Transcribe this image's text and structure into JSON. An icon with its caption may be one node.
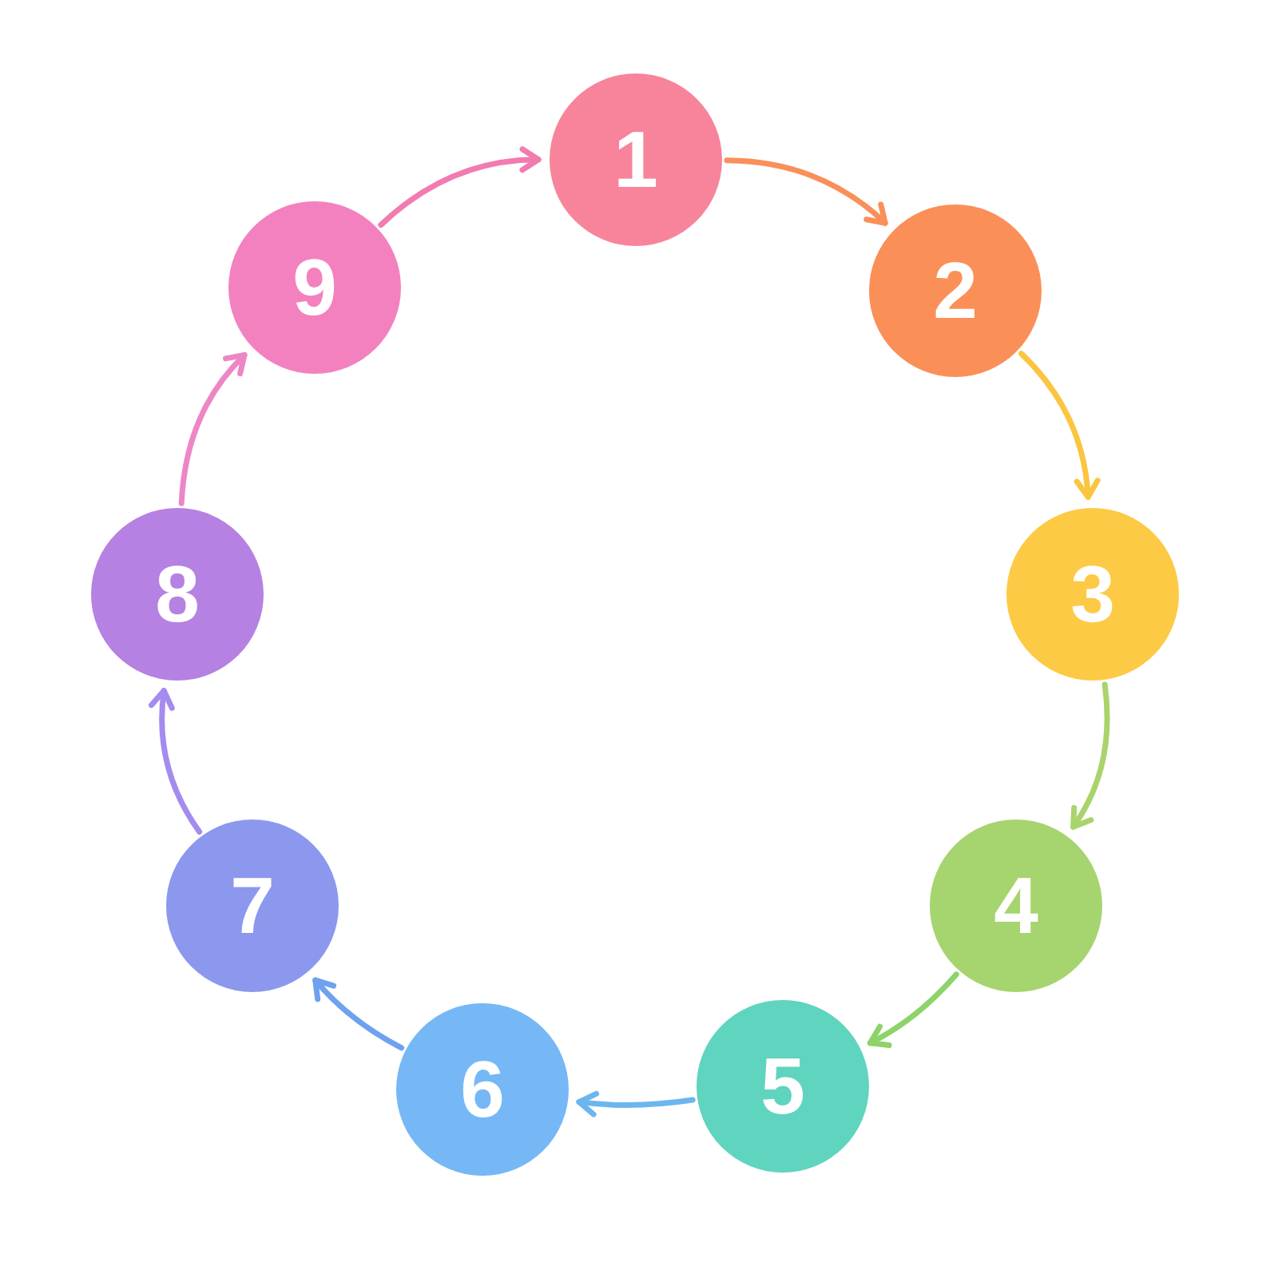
{
  "diagram": {
    "nodes": [
      {
        "text": [
          "1"
        ]
      },
      {
        "text": [
          "2"
        ]
      },
      {
        "text": [
          "3"
        ]
      },
      {
        "text": [
          "4"
        ]
      },
      {
        "text": [
          "5"
        ]
      },
      {
        "text": [
          "6"
        ]
      },
      {
        "text": [
          "7"
        ]
      },
      {
        "text": [
          "8"
        ]
      },
      {
        "text": [
          "9"
        ]
      }
    ],
    "edges": [
      {
        "from": 0,
        "to": 1,
        "arrow": "to",
        "color": "#f9905a"
      },
      {
        "from": 1,
        "to": 2,
        "arrow": "to",
        "color": "#fbc53f"
      },
      {
        "from": 2,
        "to": 3,
        "arrow": "to",
        "color": "#a9d46c"
      },
      {
        "from": 3,
        "to": 4,
        "arrow": "to",
        "color": "#8ed36a"
      },
      {
        "from": 4,
        "to": 5,
        "arrow": "to",
        "color": "#6cb6ef"
      },
      {
        "from": 5,
        "to": 6,
        "arrow": "to",
        "color": "#6ea2ef"
      },
      {
        "from": 6,
        "to": 7,
        "arrow": "to",
        "color": "#a58bef"
      },
      {
        "from": 7,
        "to": 8,
        "arrow": "to",
        "color": "#ee86c6"
      },
      {
        "from": 8,
        "to": 0,
        "arrow": "to",
        "color": "#f27bb0"
      }
    ]
  }
}
